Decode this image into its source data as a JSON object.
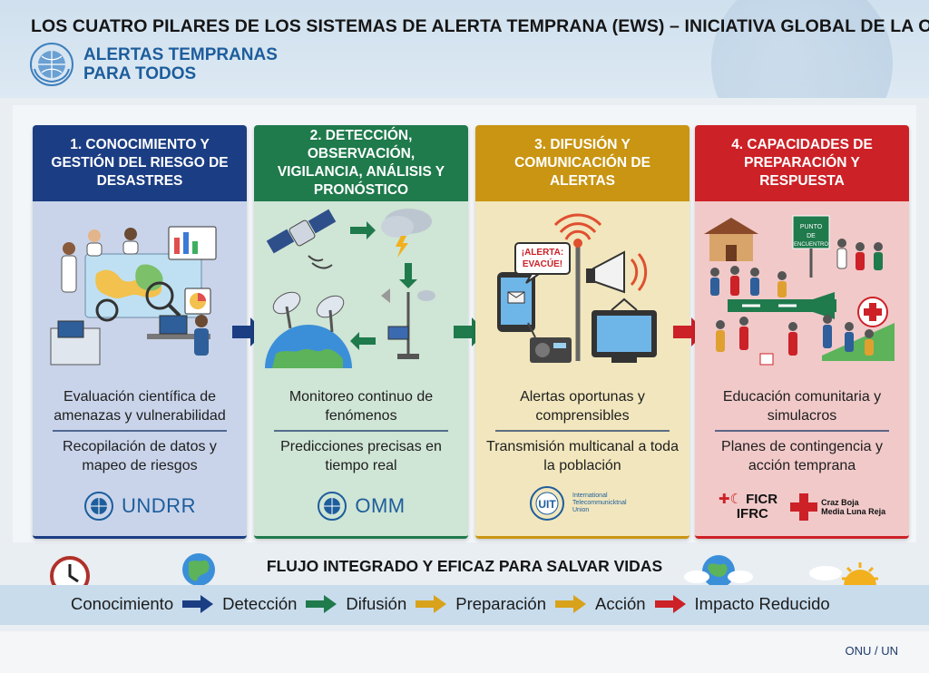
{
  "header": {
    "title": "LOS CUATRO PILARES DE LOS SISTEMAS DE ALERTA TEMPRANA (EWS) – INICIATIVA GLOBAL DE LA ONU",
    "brand_line1": "ALERTAS TEMPRANAS",
    "brand_line2": "PARA TODOS"
  },
  "pillars": [
    {
      "title": "1. CONOCIMIENTO Y GESTIÓN DEL RIESGO DE DESASTRES",
      "desc1": "Evaluación científica de amenazas y vulnerabilidad",
      "desc2": "Recopilación de datos y mapeo de riesgos",
      "logo": "UNDRR",
      "color": "#1b3d83"
    },
    {
      "title": "2. DETECCIÓN, OBSERVACIÓN, VIGILANCIA, ANÁLISIS Y PRONÓSTICO",
      "desc1": "Monitoreo continuo de fenómenos",
      "desc2": "Predicciones precisas en tiempo real",
      "logo": "OMM",
      "color": "#1f7a4c"
    },
    {
      "title": "3. DIFUSIÓN Y COMUNICACIÓN DE ALERTAS",
      "desc1": "Alertas oportunas y comprensibles",
      "desc2": "Transmisión multicanal a toda la población",
      "logo": "International Telecommunicktnal Union",
      "bubble": "¡ALERTA: EVACÚE!",
      "color": "#c99512"
    },
    {
      "title": "4. CAPACIDADES DE PREPARACIÓN Y RESPUESTA",
      "desc1": "Educación comunitaria y simulacros",
      "desc2": "Planes de contingencia y acción temprana",
      "logo_ficr": "FICR",
      "logo_ifrc": "IFRC",
      "logo_cruz1": "Craz Boja",
      "logo_cruz2": "Media Luna Reja",
      "sign": "PUNTO DE ENCUENTRO",
      "color": "#cc2127"
    }
  ],
  "flow": {
    "title": "FLUJO INTEGRADO Y EFICAZ PARA SALVAR VIDAS",
    "steps": [
      "Conocimiento",
      "Detección",
      "Difusión",
      "Preparación",
      "Acción",
      "Impacto Reducido"
    ],
    "arrow_colors": [
      "#1b3d83",
      "#1f7a4c",
      "#d9a21b",
      "#d9a21b",
      "#cc2127"
    ]
  },
  "footer": {
    "text": "ONU / UN"
  }
}
